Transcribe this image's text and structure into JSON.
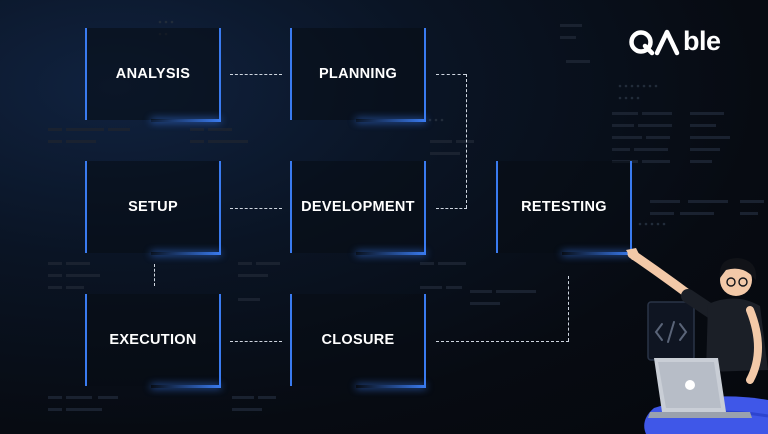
{
  "brand": {
    "logo_mark": "QA",
    "logo_text": "ble",
    "logo_icon": "qa-wordmark-icon"
  },
  "stages": {
    "analysis": "ANALYSIS",
    "planning": "PLANNING",
    "setup": "SETUP",
    "development": "DEVELOPMENT",
    "retesting": "RETESTING",
    "execution": "EXECUTION",
    "closure": "CLOSURE"
  },
  "colors": {
    "accent": "#3a7bf0",
    "background": "#070b12",
    "connector": "#cfd6e0",
    "text": "#ffffff"
  },
  "illustration": {
    "icon": "person-with-laptop-icon",
    "screen_icon": "code-brackets-icon"
  }
}
